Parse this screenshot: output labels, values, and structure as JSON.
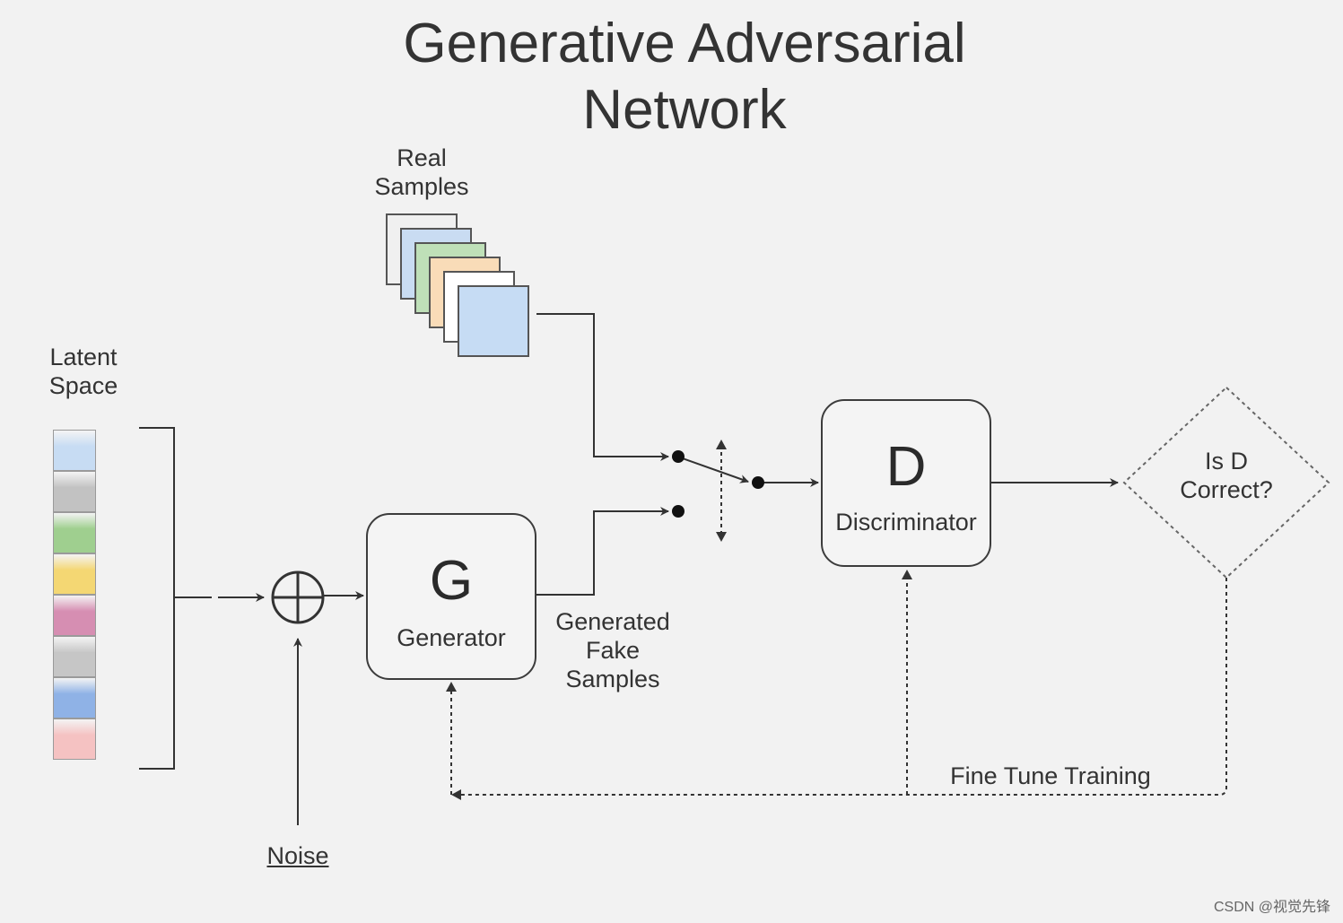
{
  "title": {
    "line1": "Generative Adversarial",
    "line2": "Network"
  },
  "real_samples": {
    "label_line1": "Real",
    "label_line2": "Samples",
    "colors": [
      "#f0f0f0",
      "#c9dcf2",
      "#bfe0b8",
      "#f9dcb8",
      "#ffffff",
      "#c6dcf4"
    ]
  },
  "latent_space": {
    "label_line1": "Latent",
    "label_line2": "Space",
    "colors": [
      "#c7dcf3",
      "#c2c2c2",
      "#9fcf8f",
      "#f4d773",
      "#d68eb2",
      "#c6c6c6",
      "#8fb2e6",
      "#f5c2c2"
    ]
  },
  "noise_label": "Noise",
  "generator": {
    "letter": "G",
    "name": "Generator"
  },
  "generated_samples": {
    "line1": "Generated",
    "line2": "Fake",
    "line3": "Samples"
  },
  "discriminator": {
    "letter": "D",
    "name": "Discriminator"
  },
  "decision": {
    "line1": "Is D",
    "line2": "Correct?"
  },
  "feedback_label": "Fine Tune Training",
  "watermark": "CSDN @视觉先锋"
}
